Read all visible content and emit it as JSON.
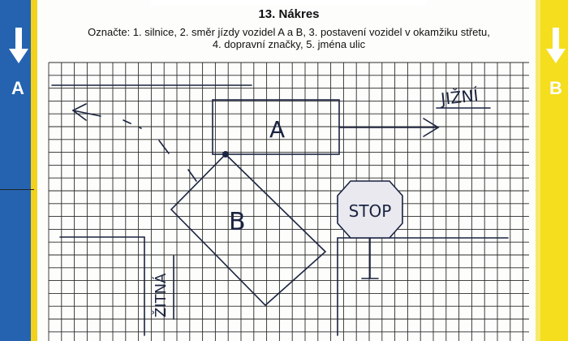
{
  "title": "13. Nákres",
  "instructions": {
    "line1": "Označte: 1. silnice, 2. směr jízdy vozidel A a B, 3. postavení vozidel v okamžiku střetu,",
    "line2": "4. dopravní značky, 5. jména ulic"
  },
  "side_labels": {
    "left": "A",
    "right": "B"
  },
  "drawing": {
    "vehicle_a_label": "A",
    "vehicle_b_label": "B",
    "street_top": "JIŽNÍ",
    "street_left": "ŽITNÁ",
    "stop_sign_text": "STOP"
  },
  "colors": {
    "blue_band": "#2563b0",
    "yellow_band": "#f4de1e",
    "grid_line": "#2a2a2a",
    "ink": "#1a2340",
    "stop_sign_fill": "#e9e9ef"
  }
}
